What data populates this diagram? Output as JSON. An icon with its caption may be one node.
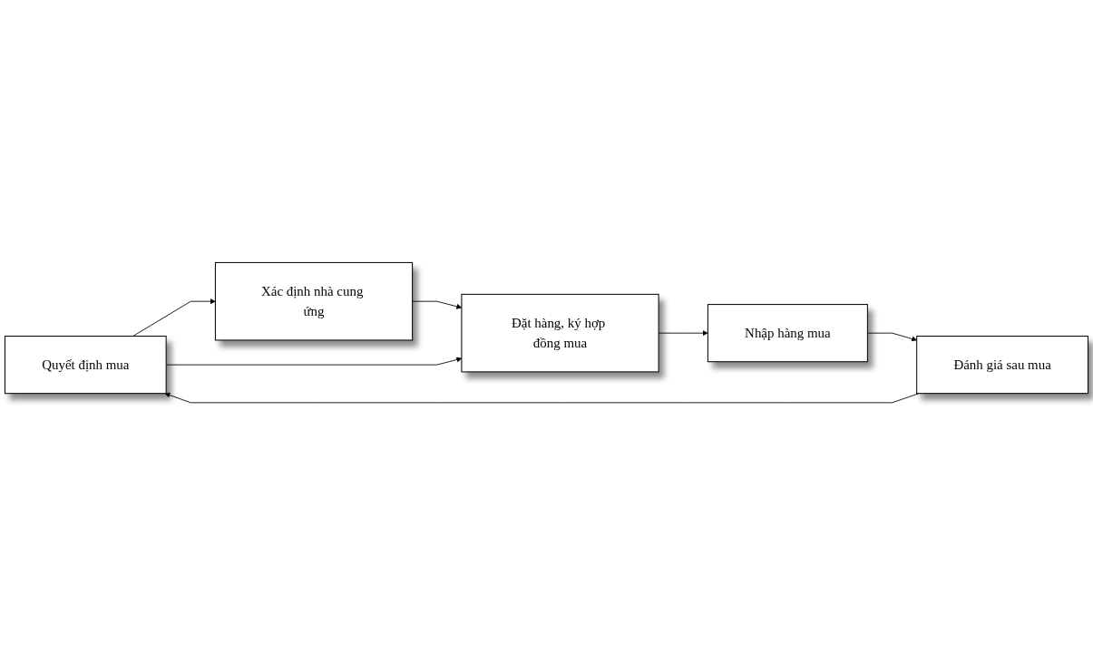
{
  "diagram": {
    "nodes": [
      {
        "text": [
          "Quyết định mua"
        ]
      },
      {
        "text": [
          "Xác định nhà cung ứng"
        ]
      },
      {
        "text": [
          "Đặt hàng, ký hợp đồng mua"
        ]
      },
      {
        "text": [
          "Đánh giá sau mua"
        ]
      },
      {
        "text": [
          "Nhập hàng mua"
        ]
      }
    ],
    "edges": [
      {
        "from": 0,
        "to": 1,
        "arrow": "to"
      },
      {
        "from": 1,
        "to": 2,
        "arrow": "to"
      },
      {
        "from": 0,
        "to": 2,
        "arrow": "to"
      },
      {
        "from": 2,
        "to": 4,
        "arrow": "to"
      },
      {
        "from": 4,
        "to": 3,
        "arrow": "to"
      },
      {
        "from": 3,
        "to": 0,
        "arrow": "to"
      }
    ]
  }
}
